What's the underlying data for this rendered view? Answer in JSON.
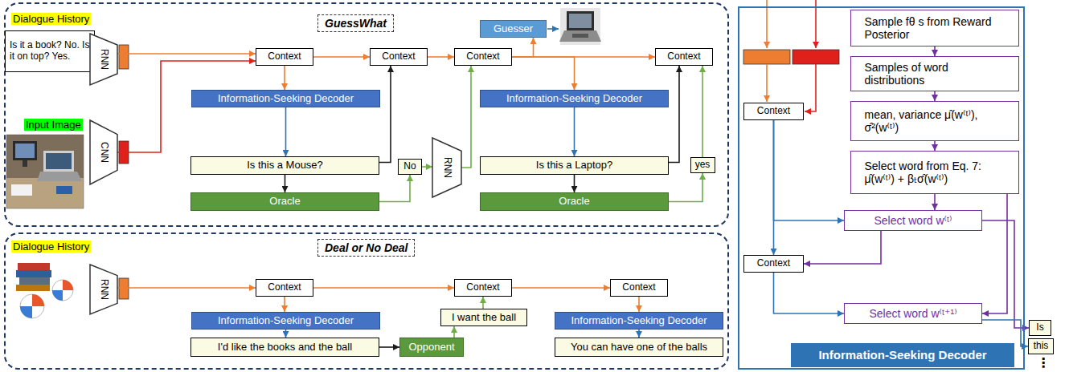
{
  "diagram": {
    "nodes": [
      {
        "text": [
          "GuessWhat"
        ]
      },
      {
        "text": [
          "Is it a book? No. Is it on top? Yes."
        ],
        "in": 0
      },
      {
        "text": [
          "RNN"
        ],
        "in": 0
      },
      {
        "text": [
          "CNN"
        ],
        "in": 0
      },
      {
        "text": [
          "Context"
        ],
        "in": 0
      },
      {
        "text": [
          "Context"
        ],
        "in": 0
      },
      {
        "text": [
          "Context"
        ],
        "in": 0
      },
      {
        "text": [
          "Guesser"
        ],
        "in": 0
      },
      {
        "text": [
          "Context"
        ],
        "in": 0
      },
      {
        "text": [
          "Information-Seeking Decoder"
        ],
        "in": 0
      },
      {
        "text": [
          "Information-Seeking Decoder"
        ],
        "in": 0
      },
      {
        "text": [
          "Is this a Mouse?"
        ],
        "in": 0
      },
      {
        "text": [
          "No"
        ],
        "in": 0
      },
      {
        "text": [
          "RNN"
        ],
        "in": 0
      },
      {
        "text": [
          "Is this a Laptop?"
        ],
        "in": 0
      },
      {
        "text": [
          "yes"
        ],
        "in": 0
      },
      {
        "text": [
          "Oracle"
        ],
        "in": 0
      },
      {
        "text": [
          "Oracle"
        ],
        "in": 0
      },
      {
        "text": [
          "Deal or No Deal"
        ]
      },
      {
        "text": [
          "RNN"
        ],
        "in": 18
      },
      {
        "text": [
          "Context"
        ],
        "in": 18
      },
      {
        "text": [
          "Context"
        ],
        "in": 18
      },
      {
        "text": [
          "Context"
        ],
        "in": 18
      },
      {
        "text": [
          "Information-Seeking Decoder"
        ],
        "in": 18
      },
      {
        "text": [
          "I want the ball"
        ],
        "in": 18
      },
      {
        "text": [
          "Information-Seeking Decoder"
        ],
        "in": 18
      },
      {
        "text": [
          "I'd like the books and the ball"
        ],
        "in": 18
      },
      {
        "text": [
          "Opponent"
        ],
        "in": 18
      },
      {
        "text": [
          "You can have one of the balls"
        ],
        "in": 18
      },
      {
        "text": [
          "Information-Seeking Decoder"
        ]
      },
      {
        "text": [
          "Sample fθ s from Reward Posterior"
        ],
        "in": 29
      },
      {
        "text": [
          "Samples of word distributions"
        ],
        "in": 29
      },
      {
        "text": [
          "mean, variance μ̂(w⁽ᵗ⁾), σ̂²(w⁽ᵗ⁾)"
        ],
        "in": 29
      },
      {
        "text": [
          "Select word from Eq. 7: μ̂(w⁽ᵗ⁾) + βₜσ̂(w⁽ᵗ⁾)"
        ],
        "in": 29
      },
      {
        "text": [
          "Context"
        ],
        "in": 29
      },
      {
        "text": [
          "Select word w⁽ᵗ⁾"
        ],
        "in": 29
      },
      {
        "text": [
          "Context"
        ],
        "in": 29
      },
      {
        "text": [
          "Select word w⁽ᵗ⁺¹⁾"
        ],
        "in": 29
      },
      {
        "text": [
          "Is"
        ]
      },
      {
        "text": [
          "this"
        ]
      }
    ],
    "edges": [
      {
        "from": 2,
        "to": 4,
        "arrow": "to"
      },
      {
        "from": 3,
        "to": 4,
        "arrow": "to"
      },
      {
        "from": 4,
        "to": 5,
        "arrow": "to"
      },
      {
        "from": 5,
        "to": 6,
        "arrow": "to"
      },
      {
        "from": 6,
        "to": 8,
        "arrow": "to"
      },
      {
        "from": 6,
        "to": 7,
        "arrow": "to"
      },
      {
        "from": 4,
        "to": 9,
        "arrow": "to"
      },
      {
        "from": 9,
        "to": 11,
        "arrow": "to"
      },
      {
        "from": 11,
        "to": 16,
        "arrow": "to"
      },
      {
        "from": 11,
        "to": 5,
        "arrow": "to"
      },
      {
        "from": 16,
        "to": 12,
        "arrow": "to"
      },
      {
        "from": 12,
        "to": 13,
        "arrow": "to"
      },
      {
        "from": 13,
        "to": 6,
        "arrow": "to"
      },
      {
        "from": 6,
        "to": 10,
        "arrow": "to"
      },
      {
        "from": 10,
        "to": 14,
        "arrow": "to"
      },
      {
        "from": 14,
        "to": 17,
        "arrow": "to"
      },
      {
        "from": 14,
        "to": 8,
        "arrow": "to"
      },
      {
        "from": 17,
        "to": 15,
        "arrow": "to"
      },
      {
        "from": 15,
        "to": 8,
        "arrow": "to"
      },
      {
        "from": 19,
        "to": 20,
        "arrow": "to"
      },
      {
        "from": 20,
        "to": 23,
        "arrow": "to"
      },
      {
        "from": 23,
        "to": 26,
        "arrow": "to"
      },
      {
        "from": 26,
        "to": 27,
        "arrow": "to"
      },
      {
        "from": 27,
        "to": 24,
        "arrow": "to"
      },
      {
        "from": 24,
        "to": 21,
        "arrow": "to"
      },
      {
        "from": 20,
        "to": 21,
        "arrow": "to"
      },
      {
        "from": 21,
        "to": 22,
        "arrow": "to"
      },
      {
        "from": 22,
        "to": 25,
        "arrow": "to"
      },
      {
        "from": 25,
        "to": 28,
        "arrow": "to"
      },
      {
        "from": 30,
        "to": 31,
        "arrow": "to"
      },
      {
        "from": 31,
        "to": 32,
        "arrow": "to"
      },
      {
        "from": 32,
        "to": 33,
        "arrow": "to"
      },
      {
        "from": 33,
        "to": 35,
        "arrow": "to"
      },
      {
        "from": 33,
        "to": 37,
        "arrow": "to"
      },
      {
        "from": 34,
        "to": 35,
        "arrow": "to"
      },
      {
        "from": 35,
        "to": 36,
        "arrow": "to"
      },
      {
        "from": 34,
        "to": 36,
        "arrow": "to"
      },
      {
        "from": 36,
        "to": 37,
        "arrow": "to"
      },
      {
        "from": 35,
        "to": 38,
        "arrow": "to"
      },
      {
        "from": 37,
        "to": 39,
        "arrow": "to"
      }
    ],
    "labels": [
      "Dialogue History",
      "Input Image",
      "Dialogue History",
      "⋮"
    ]
  }
}
